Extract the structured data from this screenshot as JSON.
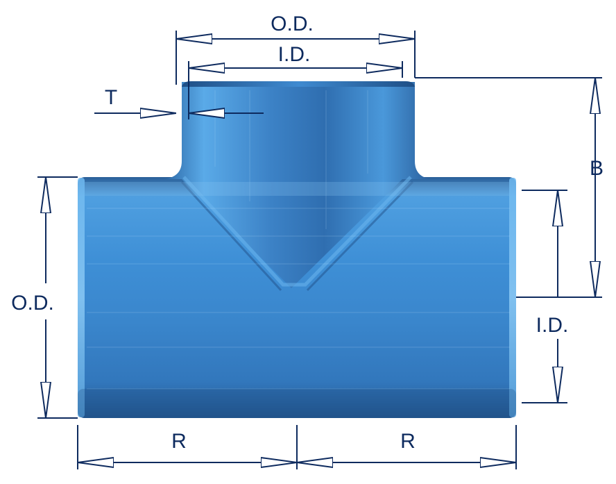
{
  "colors": {
    "dimension_line": "#0d2a5e",
    "pipe_dark": "#1e4f86",
    "pipe_mid": "#3d8fd6",
    "pipe_light": "#6cb6ee",
    "background": "#ffffff"
  },
  "labels": {
    "branch_od": "O.D.",
    "branch_id": "I.D.",
    "wall_thickness": "T",
    "branch_height": "B",
    "run_od": "O.D.",
    "run_id": "I.D.",
    "left_run_length": "R",
    "right_run_length": "R"
  }
}
